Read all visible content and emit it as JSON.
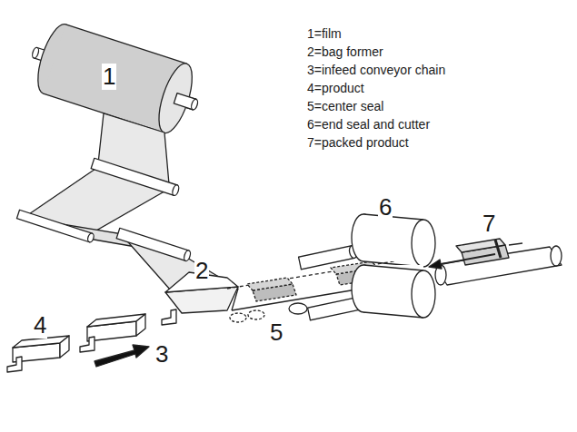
{
  "diagram": {
    "labels": [
      "1=film",
      "2=bag former",
      "3=infeed conveyor chain",
      "4=product",
      "5=center seal",
      "6=end seal and cutter",
      "7=packed product",
      "1",
      "2",
      "3",
      "4",
      "5",
      "6",
      "7"
    ]
  }
}
